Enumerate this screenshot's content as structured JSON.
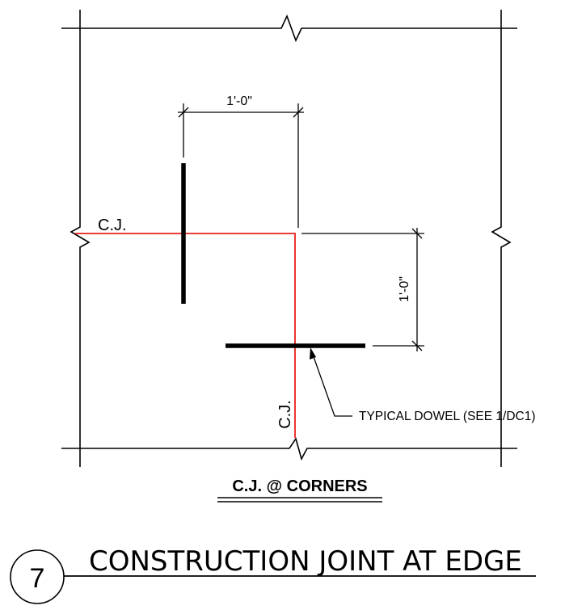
{
  "dimensions": {
    "horizontal": "1'-0\"",
    "vertical": "1'-0\""
  },
  "labels": {
    "cj_horizontal": "C.J.",
    "cj_vertical": "C.J.",
    "dowel_note": "TYPICAL DOWEL (SEE 1/DC1)"
  },
  "subtitle": "C.J. @ CORNERS",
  "detail": {
    "number": "7",
    "title": "CONSTRUCTION JOINT AT EDGE"
  },
  "colors": {
    "line": "#000000",
    "joint": "#e8201a"
  }
}
